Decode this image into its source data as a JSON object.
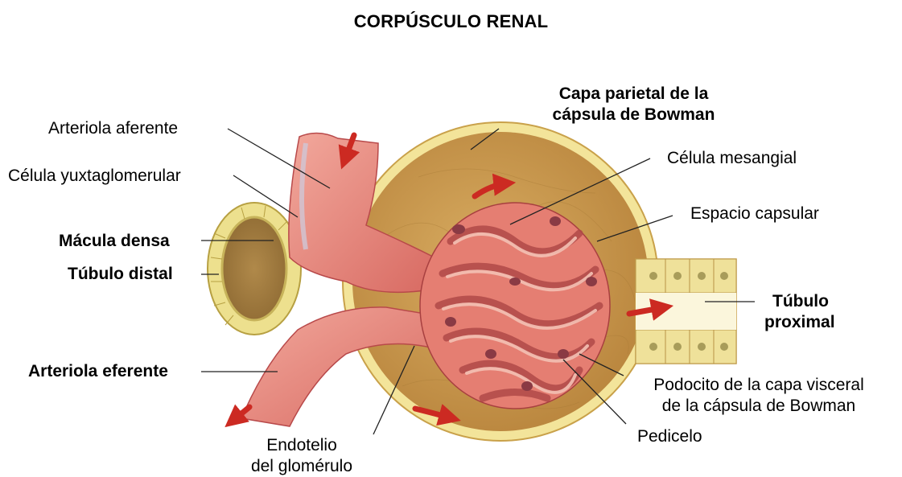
{
  "title": "CORPÚSCULO RENAL",
  "colors": {
    "capsule_fill": "#c99a4e",
    "capsule_rim": "#f3e49a",
    "vessel": "#e9877d",
    "vessel_dark": "#b8494a",
    "arrow": "#cc2a22",
    "tubule_cell": "#e8dc8f"
  },
  "labels": {
    "capa_parietal_1": "Capa parietal de la",
    "capa_parietal_2": "cápsula de Bowman",
    "arteriola_aferente": "Arteriola aferente",
    "celula_yuxtaglomerular": "Célula yuxtaglomerular",
    "celula_mesangial": "Célula mesangial",
    "espacio_capsular": "Espacio capsular",
    "macula_densa": "Mácula densa",
    "tubulo_distal": "Túbulo distal",
    "tubulo_proximal_1": "Túbulo",
    "tubulo_proximal_2": "proximal",
    "arteriola_eferente": "Arteriola eferente",
    "podocito_1": "Podocito de la capa visceral",
    "podocito_2": "de la cápsula de Bowman",
    "pedicelo": "Pedicelo",
    "endotelio_1": "Endotelio",
    "endotelio_2": "del glomérulo"
  }
}
